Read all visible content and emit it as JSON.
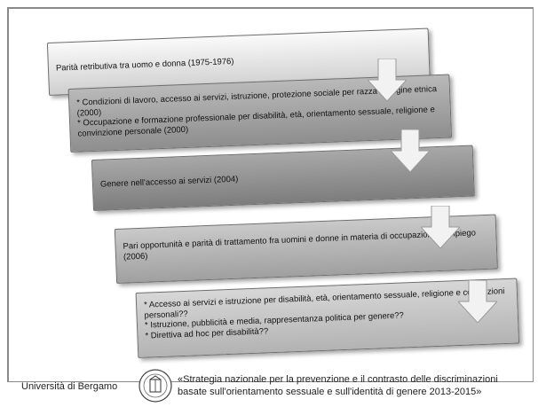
{
  "steps": [
    {
      "lines": [
        "Parità retributiva tra uomo e donna (1975-1976)"
      ]
    },
    {
      "lines": [
        "* Condizioni di lavoro, accesso ai servizi, istruzione, protezione sociale per razza e origine etnica (2000)",
        "* Occupazione e formazione professionale per disabilità, età, orientamento sessuale, religione e convinzione personale (2000)"
      ]
    },
    {
      "lines": [
        "Genere nell'accesso ai servizi (2004)"
      ]
    },
    {
      "lines": [
        "Pari opportunità e parità di trattamento fra uomini e donne in materia di occupazione e impiego (2006)"
      ]
    },
    {
      "lines": [
        "* Accesso ai servizi e istruzione per disabilità, età, orientamento sessuale, religione e convinzioni personali??",
        "* Istruzione, pubblicità e media, rappresentanza politica per genere??",
        "* Direttiva ad hoc per disabilità??"
      ]
    }
  ],
  "footer": {
    "university": "Università di Bergamo",
    "quote_line1": "«Strategia nazionale per la prevenzione e il contrasto delle discriminazioni",
    "quote_line2": "basate sull'orientamento sessuale e sull'identità di genere 2013-2015»"
  },
  "colors": {
    "arrow_fill": "#f2f2f2",
    "arrow_stroke": "#9a9a9a"
  }
}
